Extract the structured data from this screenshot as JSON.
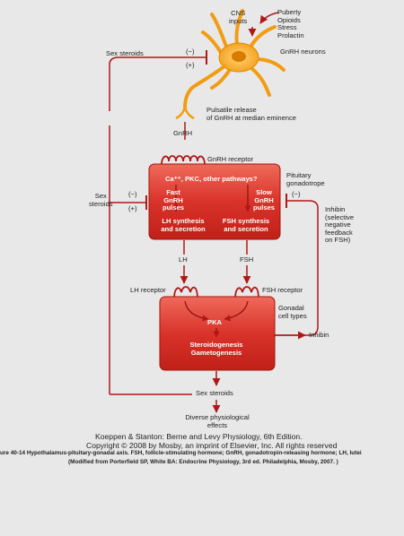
{
  "cns": {
    "inputs": [
      "CNS",
      "inputs"
    ],
    "sources": [
      "Puberty",
      "Opioids",
      "Stress",
      "Prolactin"
    ],
    "neurons": "GnRH neurons"
  },
  "top": {
    "sex_steroids": "Sex steroids",
    "minus": "(−)",
    "plus": "(+)"
  },
  "pulsatile": [
    "Pulsatile release",
    "of GnRH at median eminence"
  ],
  "gnrh": "GnRH",
  "gnrh_receptor": "GnRH receptor",
  "pituitary": {
    "label": [
      "Pituitary",
      "gonadotrope"
    ],
    "pathways": "Ca⁺⁺, PKC, other pathways?",
    "fast": [
      "Fast",
      "GnRH",
      "pulses"
    ],
    "slow": [
      "Slow",
      "GnRH",
      "pulses"
    ],
    "lh_syn": [
      "LH synthesis",
      "and secretion"
    ],
    "fsh_syn": [
      "FSH synthesis",
      "and secretion"
    ]
  },
  "side": {
    "sex_steroids": [
      "Sex",
      "steroids"
    ],
    "minus": "(−)",
    "plus": "(+)"
  },
  "inhibin_feedback": {
    "minus": "(−)",
    "text": [
      "Inhibin",
      "(selective",
      "negative",
      "feedback",
      "on FSH)"
    ]
  },
  "hormones": {
    "lh": "LH",
    "fsh": "FSH"
  },
  "gonad": {
    "lh_receptor": "LH receptor",
    "fsh_receptor": "FSH receptor",
    "label": [
      "Gonadal",
      "cell types"
    ],
    "pka": "PKA",
    "out": [
      "Steroidogenesis",
      "Gametogenesis"
    ],
    "inhibin": "Inhibin"
  },
  "bottom": {
    "sex_steroids": "Sex steroids",
    "effects": [
      "Diverse physiological",
      "effects"
    ]
  },
  "credit": [
    "Koeppen & Stanton: Berne and Levy Physiology, 6th Edition.",
    "Copyright © 2008 by Mosby, an imprint of Elsevier, Inc. All rights reserved"
  ],
  "caption": [
    "ure 40-14 Hypothalamus-pituitary-gonadal axis. FSH, follicle-stimulating hormone; GnRH, gonadotropin-releasing hormone; LH, lutei",
    "(Modified from Porterfield SP, White BA: Endocrine Physiology, 3rd ed. Philadelphia, Mosby, 2007. )"
  ],
  "colors": {
    "arrow": "#b01818",
    "box": "#d9332a",
    "neuron": "#f5a623"
  }
}
